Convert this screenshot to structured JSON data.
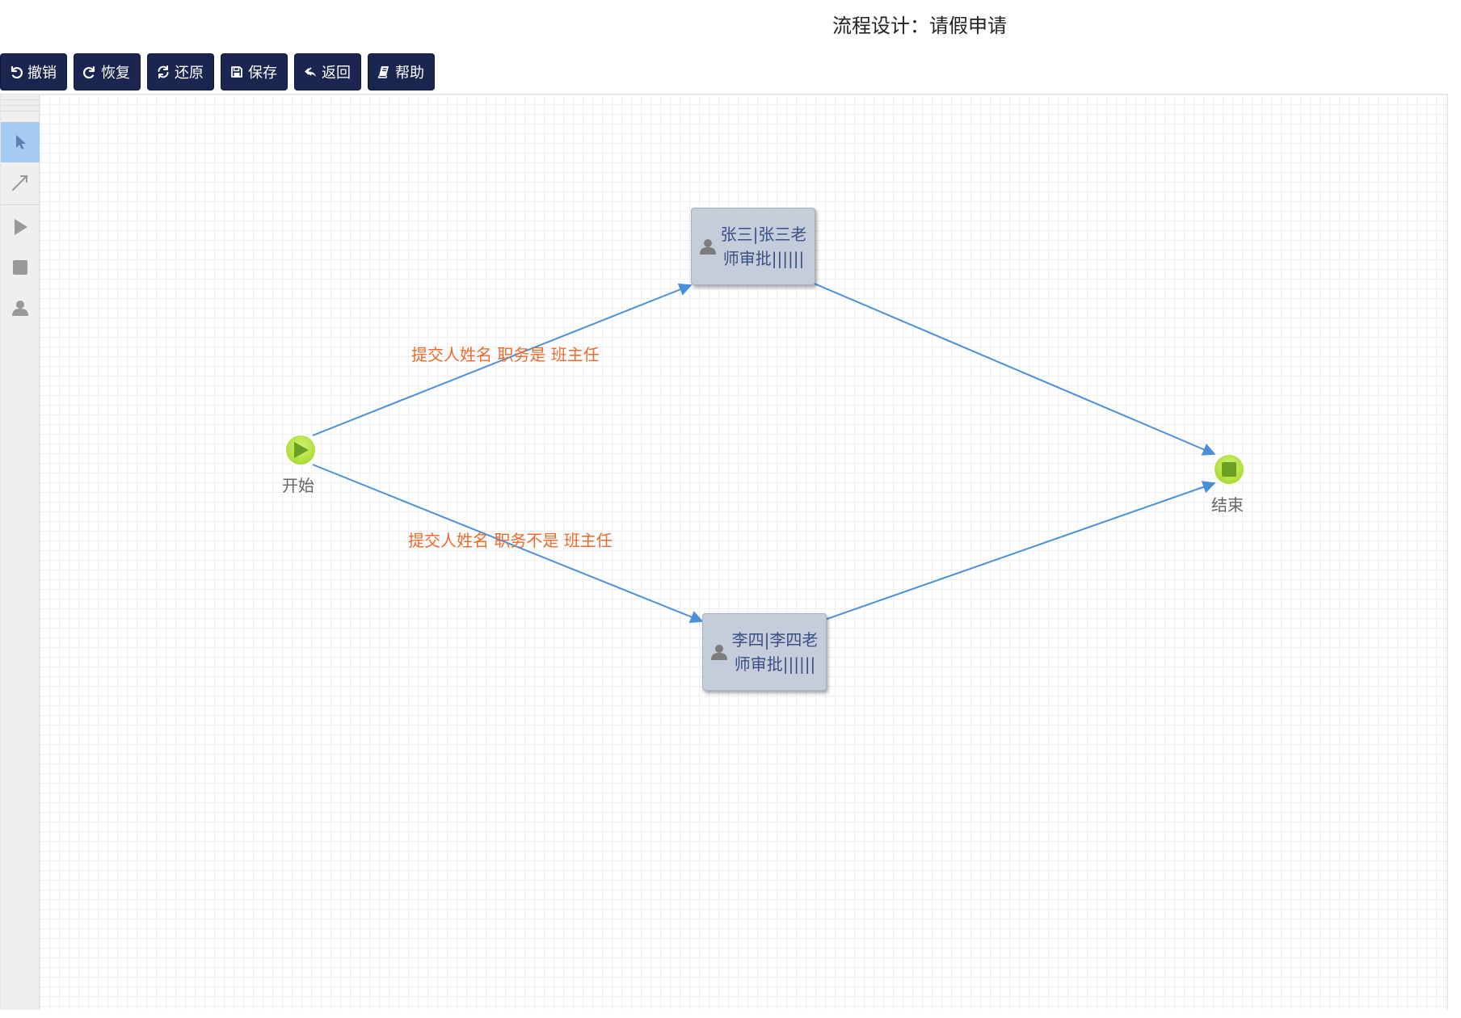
{
  "header": {
    "title": "流程设计：请假申请"
  },
  "toolbar": {
    "buttons": [
      {
        "label": "撤销",
        "icon": "undo-icon"
      },
      {
        "label": "恢复",
        "icon": "redo-icon"
      },
      {
        "label": "还原",
        "icon": "refresh-icon"
      },
      {
        "label": "保存",
        "icon": "save-icon"
      },
      {
        "label": "返回",
        "icon": "reply-icon"
      },
      {
        "label": "帮助",
        "icon": "book-icon"
      }
    ]
  },
  "palette": {
    "tools": [
      {
        "name": "select-tool",
        "icon": "pointer-icon",
        "active": true
      },
      {
        "name": "connection-tool",
        "icon": "arrow-line-icon",
        "active": false
      },
      {
        "name": "start-node-tool",
        "icon": "play-icon",
        "active": false
      },
      {
        "name": "end-node-tool",
        "icon": "stop-icon",
        "active": false
      },
      {
        "name": "task-node-tool",
        "icon": "user-icon",
        "active": false
      }
    ]
  },
  "flow": {
    "start": {
      "label": "开始"
    },
    "end": {
      "label": "结束"
    },
    "tasks": [
      {
        "label": "张三|张三老师审批||||||"
      },
      {
        "label": "李四|李四老师审批||||||"
      }
    ],
    "transitions": [
      {
        "label": "提交人姓名 职务是 班主任"
      },
      {
        "label": "提交人姓名 职务不是 班主任"
      }
    ]
  },
  "colors": {
    "toolbar_bg": "#1a2550",
    "node_green": "#b5e43c",
    "edge_blue": "#4a90d9",
    "edge_label": "#ee6a2c",
    "task_bg": "#c5cddb",
    "task_text": "#3a4f86",
    "palette_active": "#a5cbf3"
  }
}
